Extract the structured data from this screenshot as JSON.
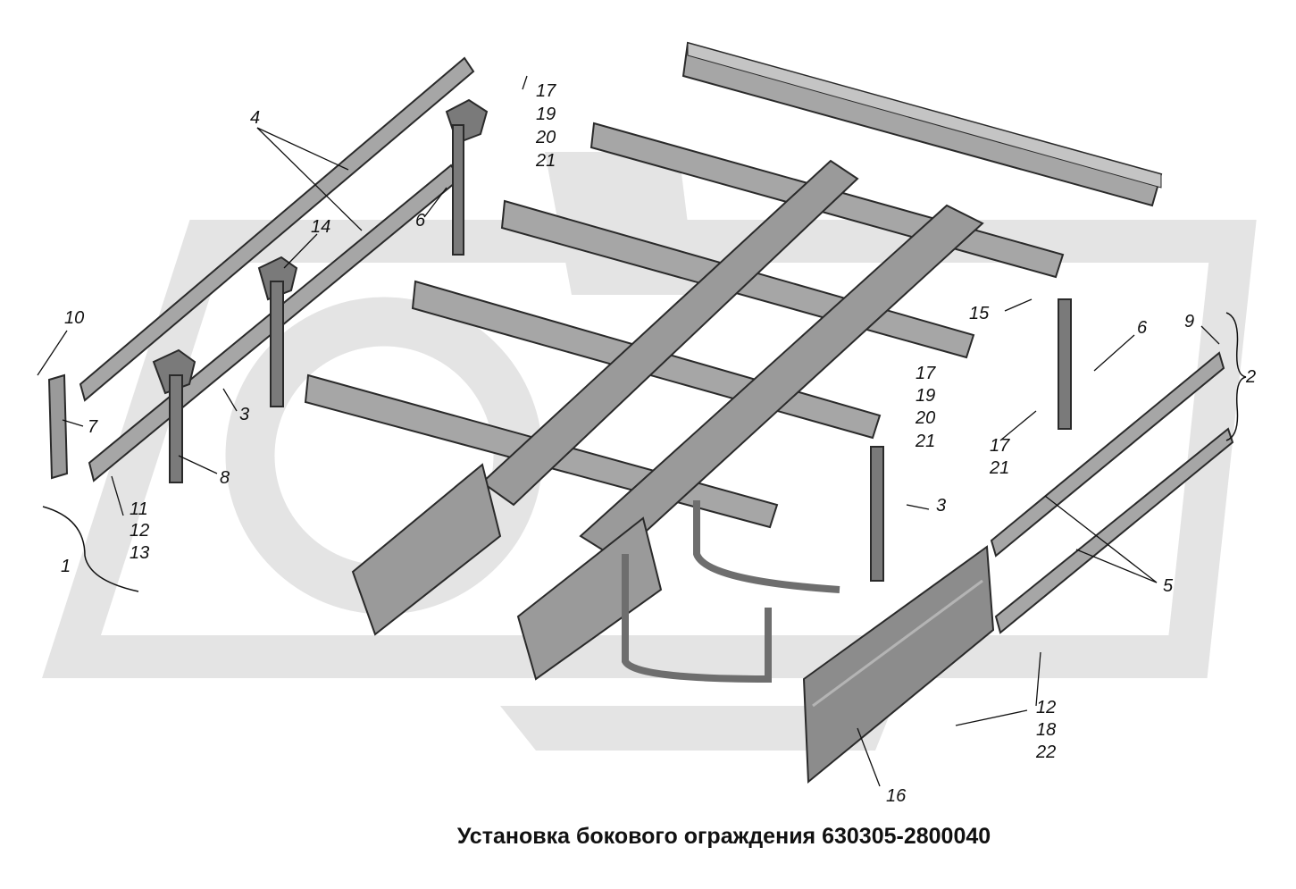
{
  "caption": "Установка бокового ограждения 630305-2800040",
  "watermark": {
    "name": "maz-logo",
    "color": "#e4e4e4"
  },
  "colors": {
    "metal": "#a6a6a6",
    "metal_dark": "#6e6e6e",
    "outline": "#2a2a2a",
    "background": "#ffffff"
  },
  "callouts": [
    {
      "text": "1"
    },
    {
      "text": "2"
    },
    {
      "text": "3"
    },
    {
      "text": "3"
    },
    {
      "text": "4"
    },
    {
      "text": "5"
    },
    {
      "text": "6"
    },
    {
      "text": "6"
    },
    {
      "text": "7"
    },
    {
      "text": "8"
    },
    {
      "text": "9"
    },
    {
      "text": "10"
    },
    {
      "text": "11"
    },
    {
      "text": "12"
    },
    {
      "text": "13"
    },
    {
      "text": "14"
    },
    {
      "text": "15"
    },
    {
      "text": "16"
    },
    {
      "text": "17"
    },
    {
      "text": "19"
    },
    {
      "text": "20"
    },
    {
      "text": "21"
    },
    {
      "text": "17"
    },
    {
      "text": "19"
    },
    {
      "text": "20"
    },
    {
      "text": "21"
    },
    {
      "text": "17"
    },
    {
      "text": "21"
    },
    {
      "text": "12"
    },
    {
      "text": "18"
    },
    {
      "text": "22"
    }
  ]
}
